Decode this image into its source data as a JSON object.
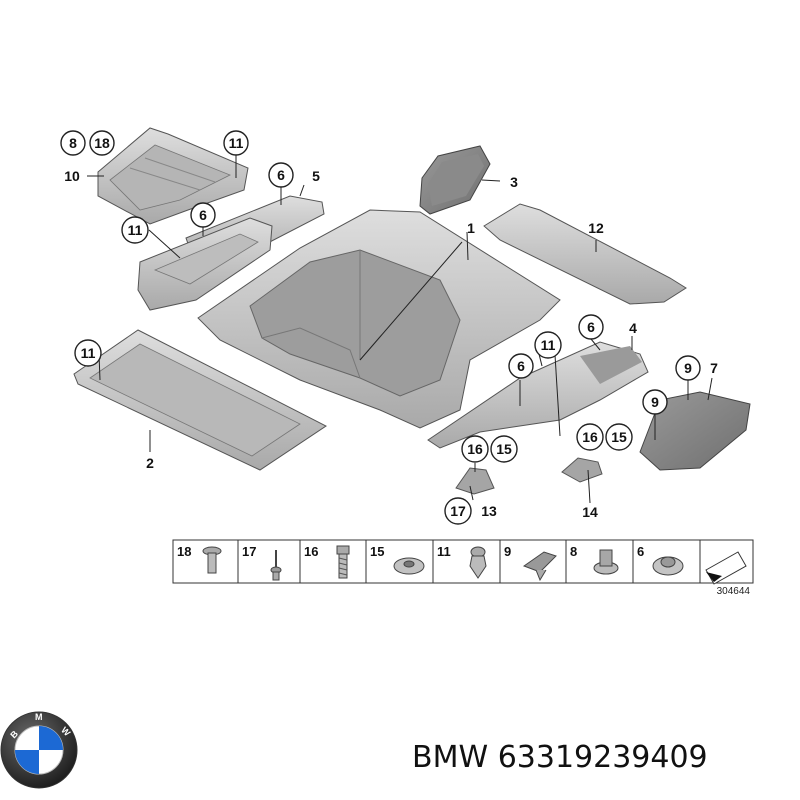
{
  "product": {
    "brand": "BMW",
    "part_number": "63319239409",
    "logo_letters": "BMW"
  },
  "diagram": {
    "reference": "304644",
    "callouts": {
      "c1": "1",
      "c2": "2",
      "c3": "3",
      "c4": "4",
      "c5": "5",
      "c6a": "6",
      "c6b": "6",
      "c6c": "6",
      "c6d": "6",
      "c7": "7",
      "c8": "8",
      "c9a": "9",
      "c9b": "9",
      "c10": "10",
      "c11a": "11",
      "c11b": "11",
      "c11c": "11",
      "c11d": "11",
      "c12": "12",
      "c13": "13",
      "c14": "14",
      "c15a": "15",
      "c15b": "15",
      "c16a": "16",
      "c16b": "16",
      "c17": "17",
      "c18": "18"
    },
    "legend": [
      "18",
      "17",
      "16",
      "15",
      "11",
      "9",
      "8",
      "6"
    ]
  },
  "colors": {
    "part_fill": "#c9c9c9",
    "part_dark": "#8c8c8c",
    "part_light": "#e4e4e4",
    "outline": "#555555",
    "bmw_blue": "#1c69d4"
  }
}
